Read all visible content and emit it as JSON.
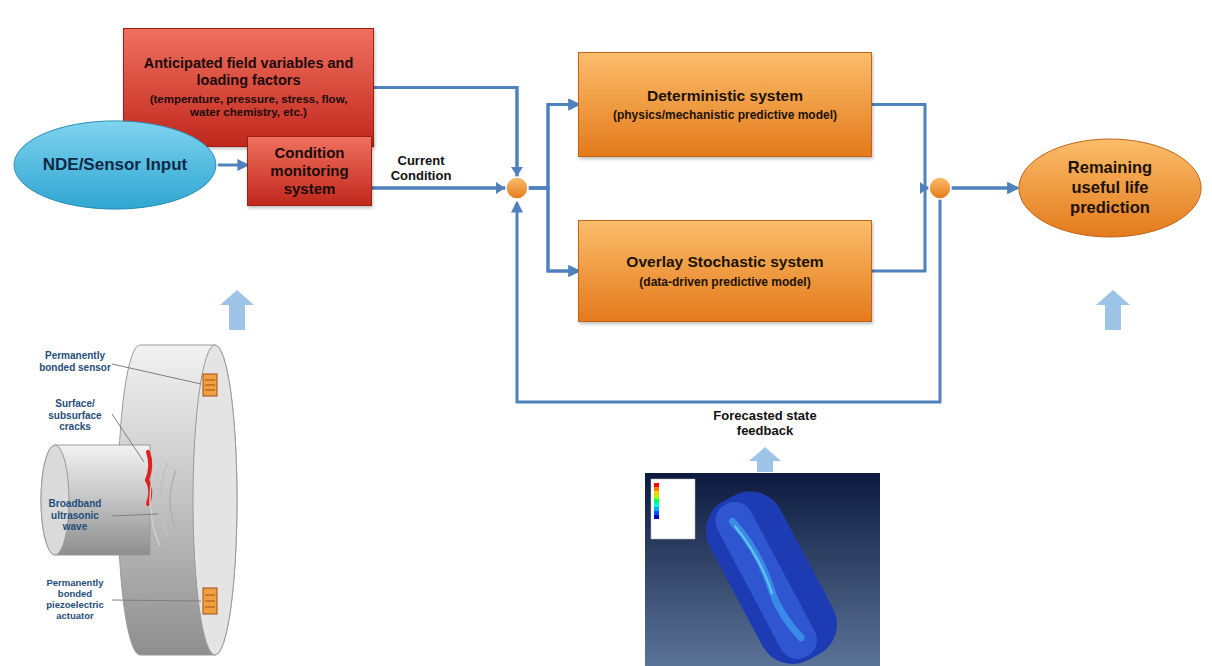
{
  "diagram": {
    "nodes": [
      {
        "text": [
          "Anticipated field variables and loading factors",
          "(temperature, pressure, stress, flow, water chemistry, etc.)"
        ]
      },
      {
        "text": [
          "NDE/Sensor Input"
        ]
      },
      {
        "text": [
          "Condition monitoring system"
        ]
      },
      {
        "text": [
          "Deterministic system",
          "(physics/mechanistic predictive model)"
        ]
      },
      {
        "text": [
          "Overlay Stochastic system",
          "(data-driven predictive model)"
        ]
      },
      {
        "text": [
          "Remaining useful life prediction"
        ]
      }
    ],
    "edges": [
      {
        "from": 1,
        "to": 2,
        "arrow": "to"
      },
      {
        "from": 0,
        "to": 3,
        "arrow": "to"
      },
      {
        "from": 0,
        "to": 4,
        "arrow": "to"
      },
      {
        "from": 2,
        "to": 3,
        "label": "Current Condition",
        "arrow": "to"
      },
      {
        "from": 2,
        "to": 4,
        "arrow": "to"
      },
      {
        "from": 3,
        "to": 5,
        "arrow": "to"
      },
      {
        "from": 4,
        "to": 5,
        "arrow": "to"
      }
    ],
    "labels": [
      "Permanently bonded sensor",
      "Surface/ subsurface cracks",
      "Broadband ultrasonic wave",
      "Permanently bonded piezoelectric actuator",
      "Forecasted state feedback"
    ]
  }
}
